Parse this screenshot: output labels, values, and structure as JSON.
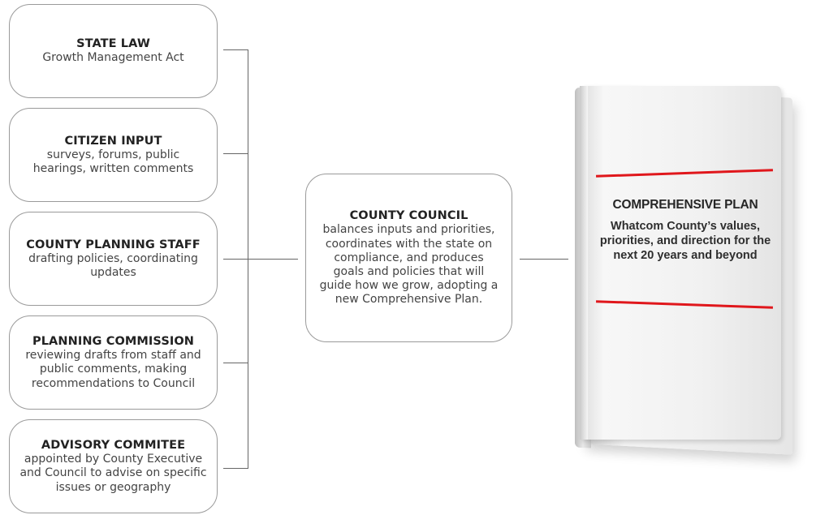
{
  "inputs": [
    {
      "title": "STATE LAW",
      "desc": "Growth Management Act"
    },
    {
      "title": "CITIZEN INPUT",
      "desc": "surveys, forums, public hearings, written comments"
    },
    {
      "title": "COUNTY PLANNING STAFF",
      "desc": "drafting policies, coordinating updates"
    },
    {
      "title": "PLANNING COMMISSION",
      "desc": "reviewing drafts from staff and public comments, making recommendations to Council"
    },
    {
      "title": "ADVISORY COMMITEE",
      "desc": "appointed by County Executive and Council to advise on specific issues or geography"
    }
  ],
  "council": {
    "title": "COUNTY COUNCIL",
    "desc": "balances inputs and priorities, coordinates with the state on compliance, and  produces goals and policies that will guide how we grow, adopting a new Comprehensive Plan."
  },
  "book": {
    "title": "COMPREHENSIVE PLAN",
    "subtitle": "Whatcom County’s values, priorities, and direction for the next 20 years and beyond",
    "accent_color": "#e0171c"
  }
}
